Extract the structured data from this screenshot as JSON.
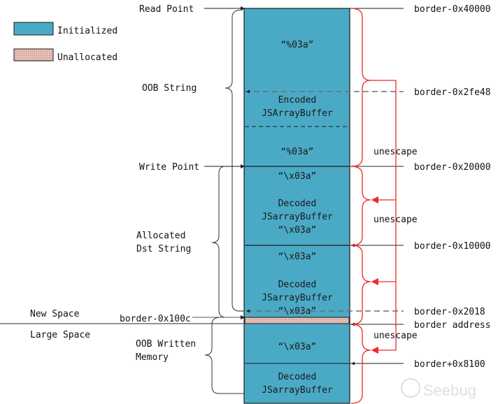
{
  "colors": {
    "initialized": "#4aaac6",
    "unallocated": "#e6bcb4",
    "unallocated_dot": "#c98e86",
    "red": "#ee2a2a",
    "gray_line": "#6e6e6e",
    "black": "#1a1a1a"
  },
  "legend": [
    {
      "label": "Initialized",
      "kind": "initialized"
    },
    {
      "label": "Unallocated",
      "kind": "unallocated"
    }
  ],
  "left_labels": {
    "read_point": "Read Point",
    "oob_string": "OOB String",
    "write_point": "Write Point",
    "allocated_line1": "Allocated",
    "allocated_line2": "Dst String",
    "new_space": "New Space",
    "large_space": "Large Space",
    "border_100c": "border-0x100c",
    "oob_written_line1": "OOB Written",
    "oob_written_line2": "Memory"
  },
  "memory_cells": [
    {
      "lines": [
        "“%03a”"
      ]
    },
    {
      "lines": [
        "Encoded",
        "JSArrayBuffer"
      ]
    },
    {
      "lines": [
        "“%03a”"
      ]
    },
    {
      "lines": [
        "“\\x03a”"
      ]
    },
    {
      "lines": [
        "Decoded",
        "JSarrayBuffer",
        "“\\x03a”"
      ]
    },
    {
      "lines": [
        "“\\x03a”"
      ]
    },
    {
      "lines": [
        "Decoded",
        "JSarrayBuffer",
        "“\\x03a”"
      ]
    },
    {
      "lines": [
        "“\\x03a”"
      ]
    },
    {
      "lines": [
        "Decoded",
        "JSarrayBuffer"
      ]
    }
  ],
  "right_labels": [
    {
      "text": "border-0x40000",
      "style": "solid"
    },
    {
      "text": "border-0x2fe48",
      "style": "dashed"
    },
    {
      "text": "border-0x20000",
      "style": "solid"
    },
    {
      "text": "border-0x10000",
      "style": "solid"
    },
    {
      "text": "border-0x2018",
      "style": "dashed"
    },
    {
      "text": "border address",
      "style": "solid"
    },
    {
      "text": "border+0x8100",
      "style": "solid"
    }
  ],
  "unescape_labels": [
    "unescape",
    "unescape",
    "unescape"
  ],
  "watermark": "Seebug"
}
